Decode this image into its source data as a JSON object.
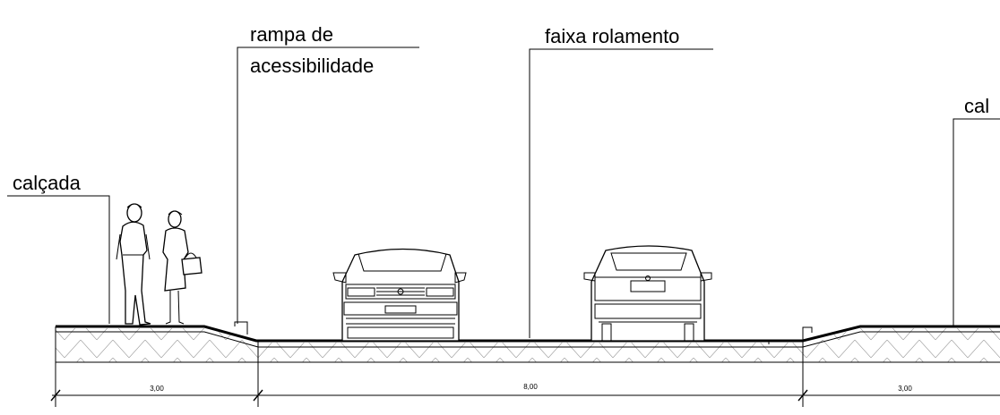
{
  "labels": {
    "sidewalk_left": "calçada",
    "ramp": [
      "rampa de",
      "acessibilidade"
    ],
    "lane": "faixa rolamento",
    "sidewalk_right": "cal"
  },
  "dimensions": {
    "left": "3,00",
    "middle": "8,00",
    "right": "3,00"
  }
}
